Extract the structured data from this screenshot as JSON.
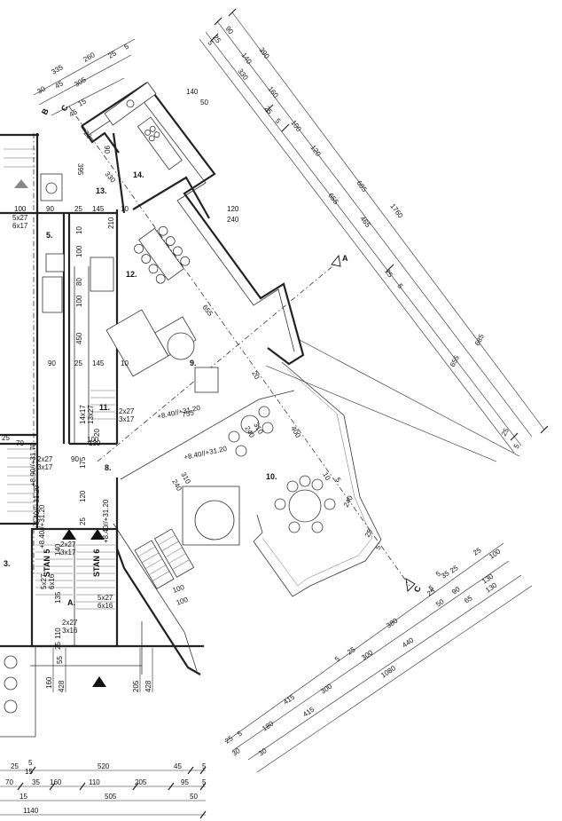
{
  "rooms": [
    {
      "id": "r14",
      "label": "14."
    },
    {
      "id": "r13",
      "label": "13."
    },
    {
      "id": "r12",
      "label": "12."
    },
    {
      "id": "r11",
      "label": "11."
    },
    {
      "id": "r10",
      "label": "10."
    },
    {
      "id": "r9",
      "label": "9."
    },
    {
      "id": "r8",
      "label": "8."
    },
    {
      "id": "r5",
      "label": "5."
    },
    {
      "id": "r3",
      "label": "3."
    },
    {
      "id": "rA",
      "label": "A."
    }
  ],
  "section_marks": {
    "a": "A",
    "b": "B",
    "c": "C"
  },
  "apartments": {
    "stan5": "STAN 5",
    "stan6": "STAN 6"
  },
  "levels": [
    "+8.40//+31.20",
    "+8.40//+31.20",
    "+8.90//+31.70",
    "+8.40//+31.20",
    "+8.40//+31.20",
    "+8.40//+31.20"
  ],
  "stairs": [
    "2x27\n3x17",
    "2x27\n3x17",
    "5x27\n6x17",
    "14x17\n13x27",
    "5x27\n6x16",
    "2x27\n3x16",
    "5x27\n6x16",
    "2x27\n3x17"
  ],
  "dims_top_left": [
    "335",
    "260",
    "25",
    "5",
    "30",
    "45",
    "305",
    "140",
    "50",
    "15",
    "45",
    "90",
    "395",
    "330",
    "25"
  ],
  "dims_top_right": [
    "5",
    "25",
    "90",
    "140",
    "390",
    "330",
    "160",
    "25",
    "5",
    "100",
    "120",
    "655",
    "685",
    "465",
    "1760",
    "25",
    "5"
  ],
  "dims_right": [
    "685",
    "655",
    "25",
    "5"
  ],
  "dims_interior": [
    "120",
    "240",
    "655",
    "755",
    "310",
    "240",
    "400",
    "310",
    "240",
    "10",
    "5",
    "240",
    "25",
    "5",
    "20",
    "100",
    "100",
    "10",
    "145",
    "25",
    "90",
    "100",
    "90",
    "25",
    "145",
    "10",
    "450",
    "100",
    "80",
    "100",
    "10",
    "90",
    "210"
  ],
  "dims_bottom_right": [
    "25",
    "100",
    "25",
    "35",
    "5",
    "5",
    "130",
    "90",
    "50",
    "25",
    "65",
    "130",
    "380",
    "5",
    "25",
    "300",
    "440",
    "415",
    "1080",
    "25",
    "5",
    "180",
    "30",
    "30",
    "415",
    "300"
  ],
  "dims_bottom_left": [
    "25",
    "520",
    "45",
    "5",
    "70",
    "35",
    "160",
    "110",
    "205",
    "95",
    "5",
    "15",
    "505",
    "50",
    "1140",
    "15",
    "5"
  ],
  "dims_left": [
    "160",
    "428",
    "205",
    "428",
    "55",
    "25",
    "110",
    "135",
    "140",
    "25",
    "120",
    "175",
    "20",
    "25",
    "100",
    "70",
    "130"
  ]
}
